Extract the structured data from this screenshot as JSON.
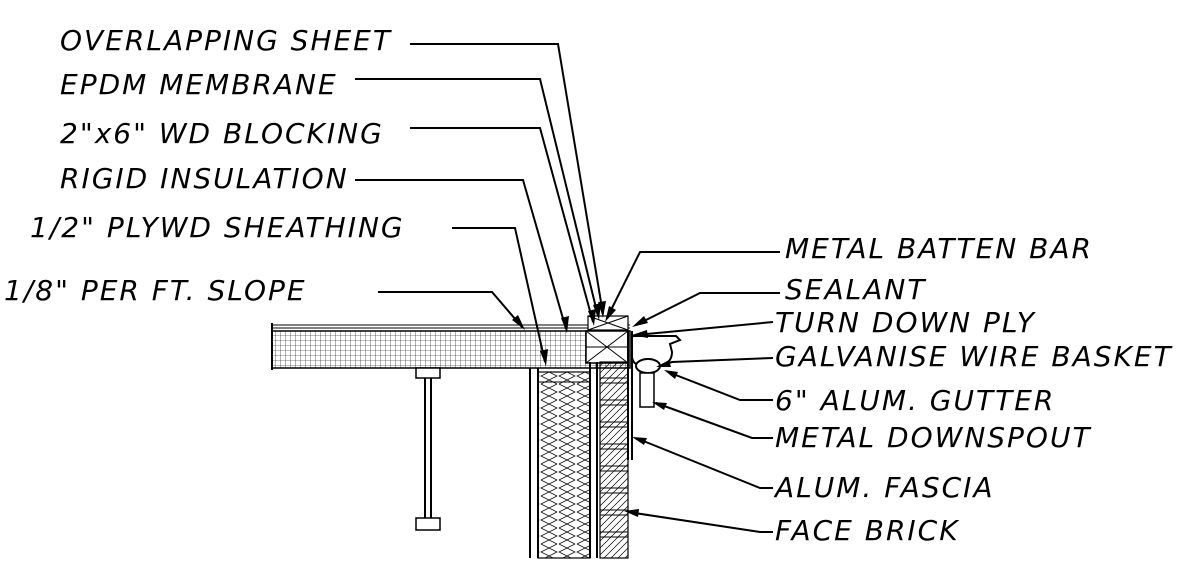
{
  "labels": {
    "overlapping_sheet": "OVERLAPPING SHEET",
    "epdm_membrane": "EPDM MEMBRANE",
    "wd_blocking": "2\"x6\" WD BLOCKING",
    "rigid_insulation": "RIGID INSULATION",
    "plywd_sheathing": "1/2\" PLYWD SHEATHING",
    "slope": "1/8\" PER FT. SLOPE",
    "metal_batten_bar": "METAL BATTEN BAR",
    "sealant": "SEALANT",
    "turn_down_ply": "TURN DOWN PLY",
    "wire_basket": "GALVANISE WIRE BASKET",
    "alum_gutter": "6\" ALUM. GUTTER",
    "metal_downspout": "METAL DOWNSPOUT",
    "alum_fascia": "ALUM. FASCIA",
    "face_brick": "FACE BRICK"
  }
}
